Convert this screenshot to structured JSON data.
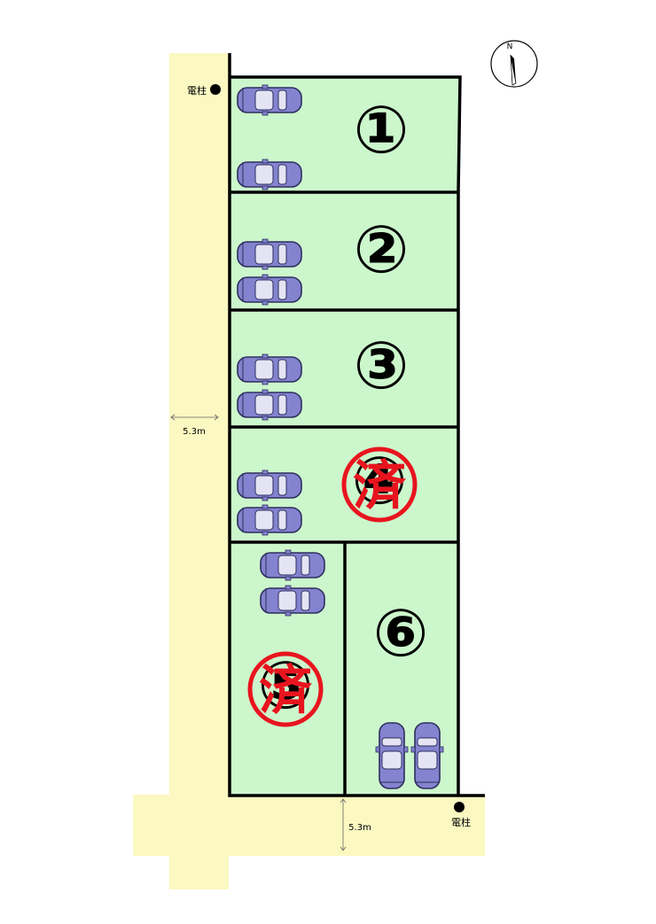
{
  "road_left_width": "5.3m",
  "road_bottom_width": "5.3m",
  "pole_label_top": "電柱",
  "pole_label_bottom": "電柱",
  "compass_label": "N",
  "sold_mark": "済",
  "colors": {
    "lot_fill": "#ccf7cc",
    "road_fill": "#fbf8c1",
    "boundary": "#000000",
    "car_body": "#8383cf",
    "sold_red": "#e8141e"
  },
  "lots": [
    {
      "id": "1",
      "label": "①",
      "sold": false
    },
    {
      "id": "2",
      "label": "②",
      "sold": false
    },
    {
      "id": "3",
      "label": "③",
      "sold": false
    },
    {
      "id": "4",
      "label": "④",
      "sold": true
    },
    {
      "id": "5",
      "label": "⑤",
      "sold": true
    },
    {
      "id": "6",
      "label": "⑥",
      "sold": false
    }
  ]
}
